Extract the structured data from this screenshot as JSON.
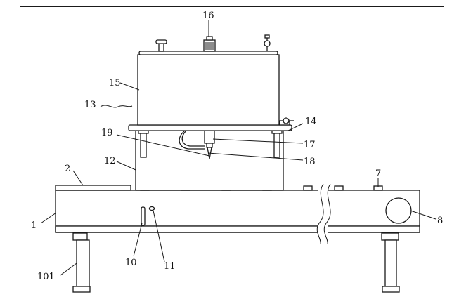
{
  "labels": {
    "l1": "1",
    "l2": "2",
    "l7": "7",
    "l8": "8",
    "l10": "10",
    "l11": "11",
    "l12": "12",
    "l13": "13",
    "l14": "14",
    "l15": "15",
    "l16": "16",
    "l17": "17",
    "l18": "18",
    "l19": "19",
    "l101": "101"
  }
}
